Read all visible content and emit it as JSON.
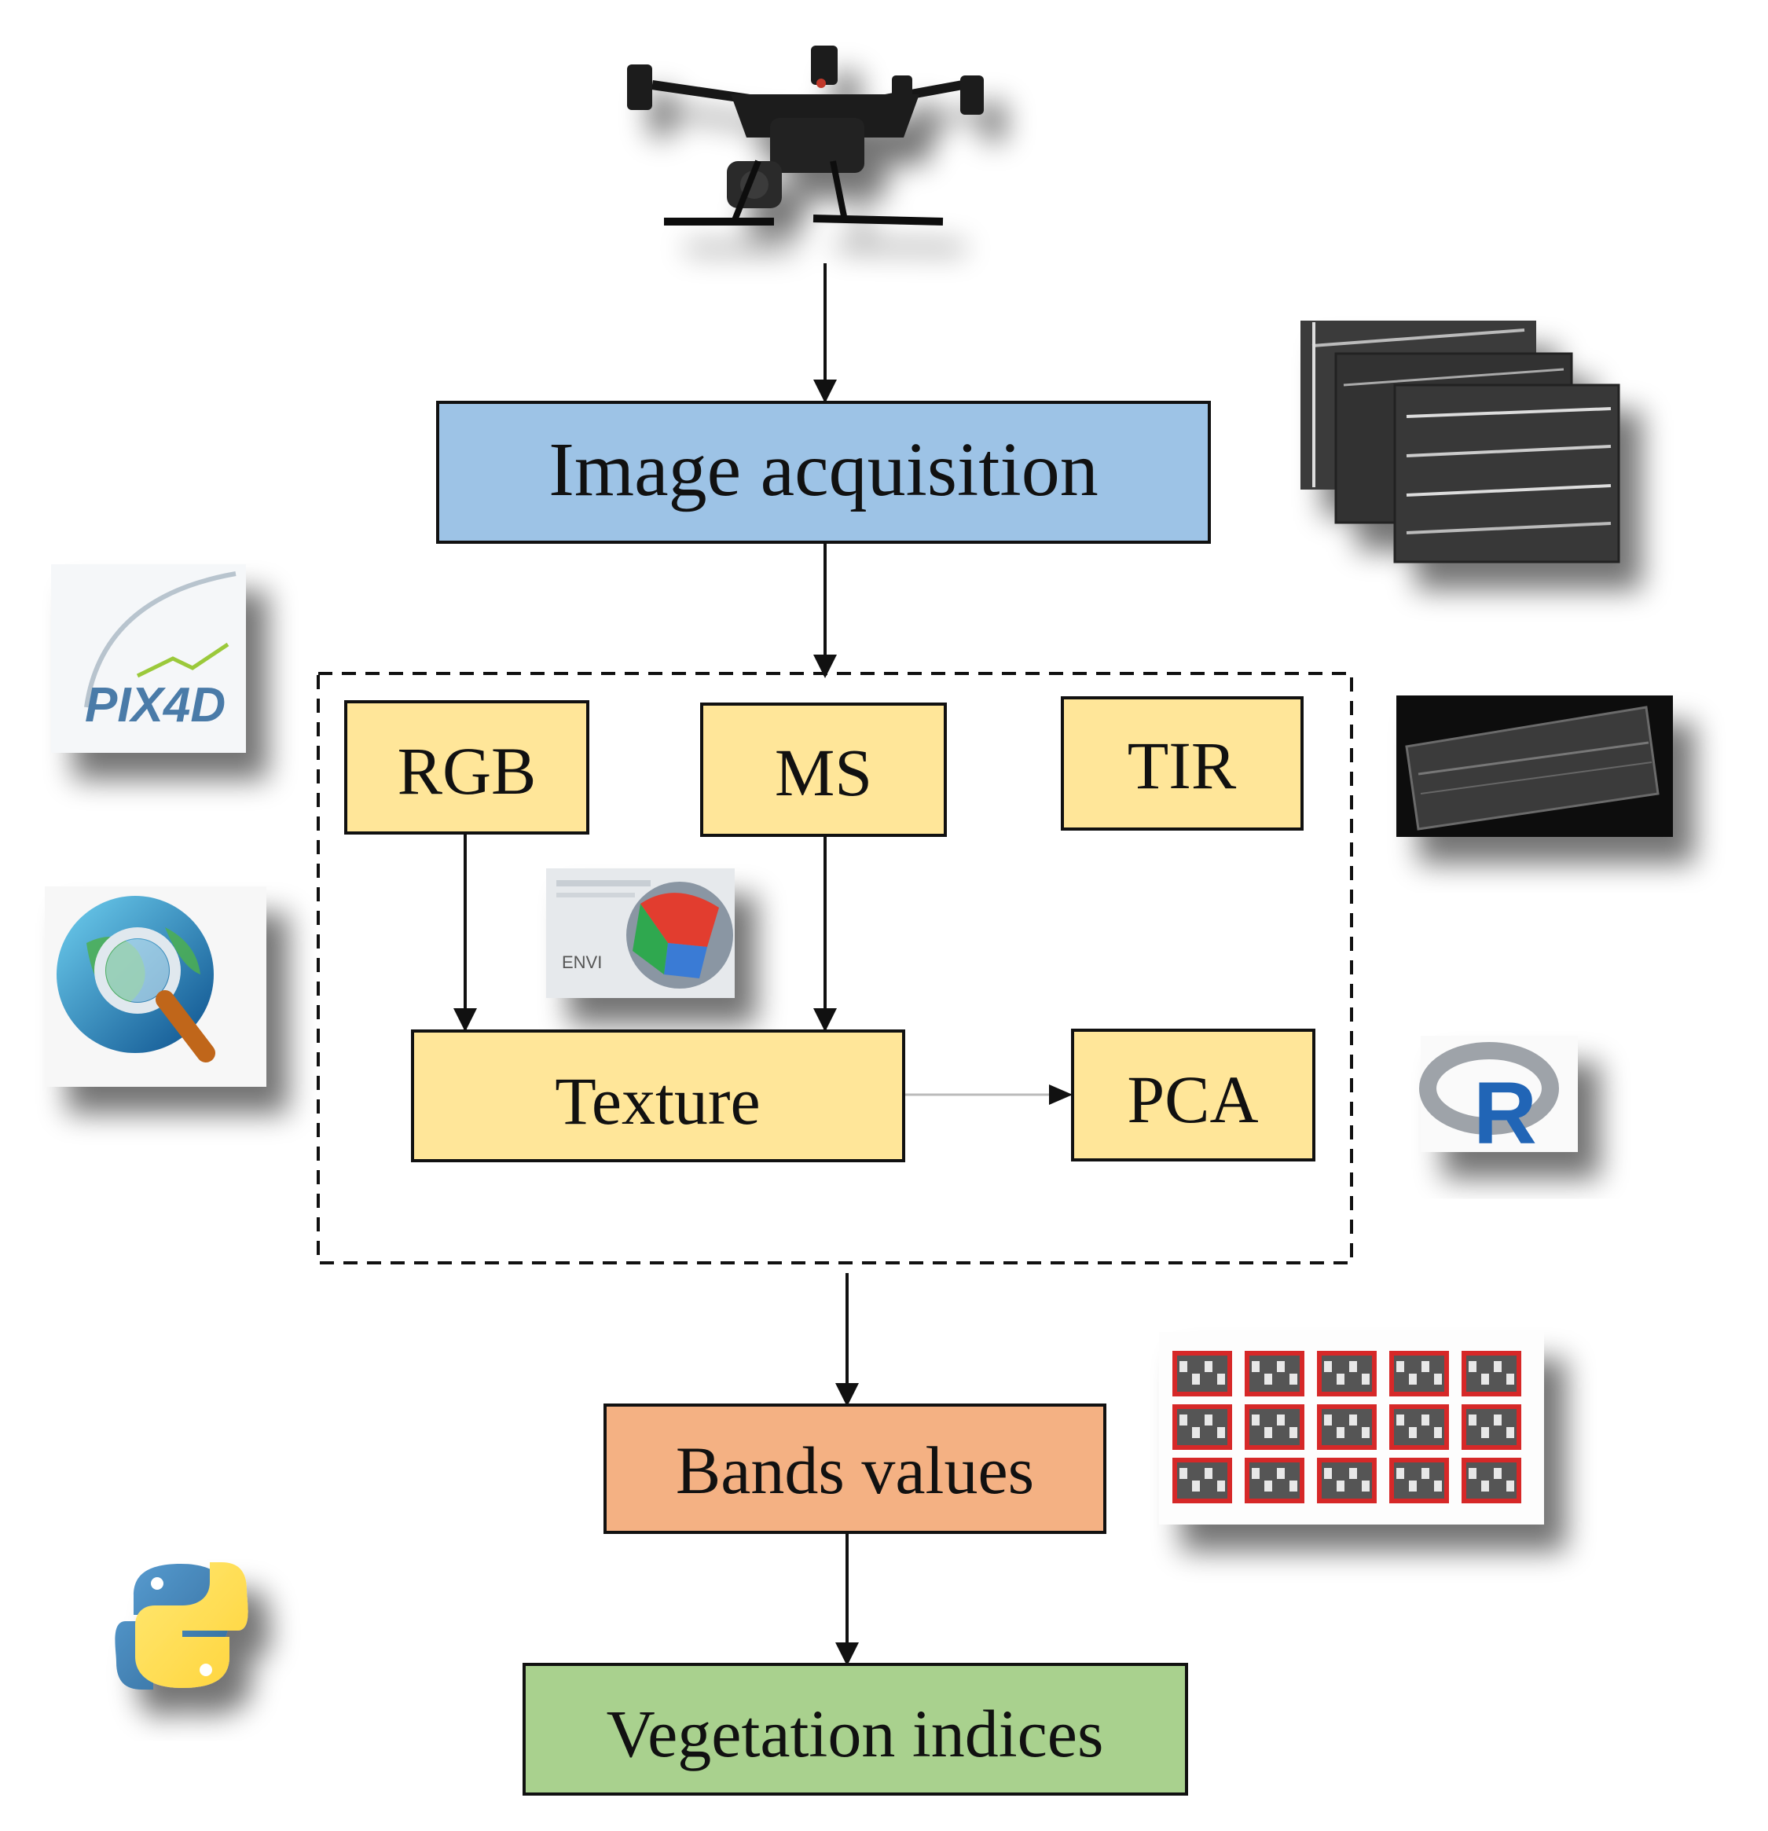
{
  "boxes": {
    "image_acquisition": {
      "label": "Image acquisition",
      "color": "#9dc3e6"
    },
    "rgb": {
      "label": "RGB",
      "color": "#ffe699"
    },
    "ms": {
      "label": "MS",
      "color": "#ffe699"
    },
    "tir": {
      "label": "TIR",
      "color": "#ffe699"
    },
    "texture": {
      "label": "Texture",
      "color": "#ffe699"
    },
    "pca": {
      "label": "PCA",
      "color": "#ffe699"
    },
    "bands_values": {
      "label": "Bands values",
      "color": "#f4b183"
    },
    "vegetation_indices": {
      "label": "Vegetation indices",
      "color": "#a9d18e"
    }
  },
  "logos": {
    "pix4d": "PIX4D",
    "envi": "ENVI",
    "r": "R"
  },
  "icons": [
    "drone-photo",
    "stacked-image-frames",
    "thermal-image",
    "pix4d-logo",
    "qgis-globe-icon",
    "envi-logo",
    "r-logo",
    "plot-grid-image",
    "python-logo"
  ]
}
